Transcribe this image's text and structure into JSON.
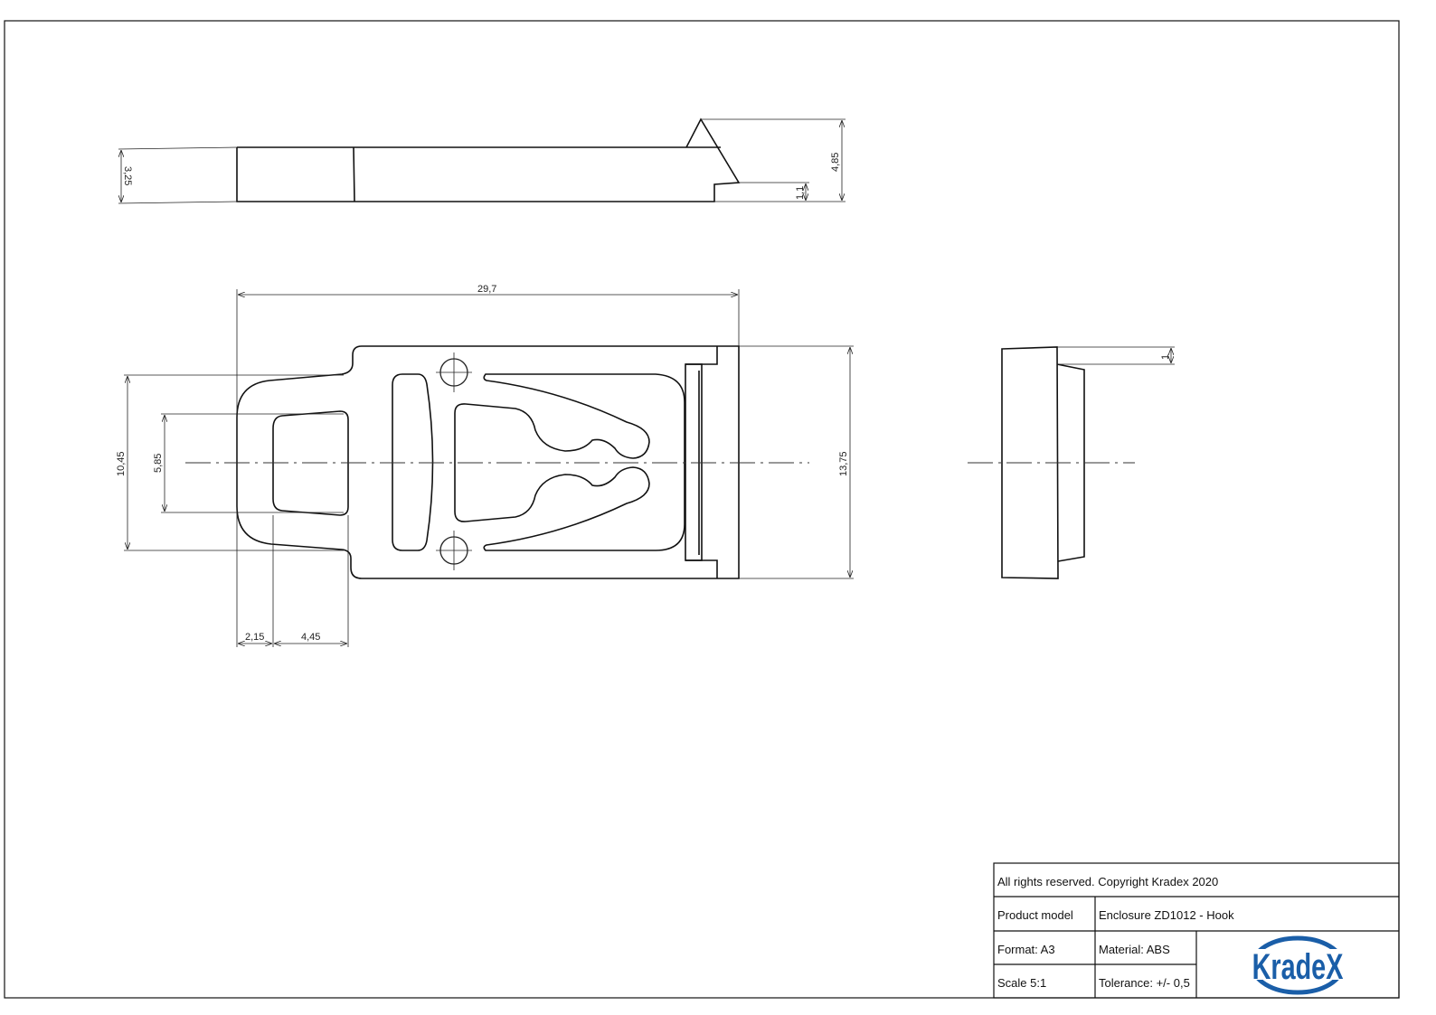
{
  "dimensions": {
    "top_height": "3,25",
    "top_hook_height": "4,85",
    "top_step": "1,1",
    "front_length": "29,7",
    "front_height": "13,75",
    "front_tab_height": "10,45",
    "front_slot_height": "5,85",
    "front_offset": "2,15",
    "front_slot_width": "4,45",
    "side_step": "1"
  },
  "title_block": {
    "copyright": "All rights reserved. Copyright Kradex 2020",
    "product_model_label": "Product model",
    "product_model_value": "Enclosure ZD1012 - Hook",
    "format": "Format: A3",
    "material": "Material: ABS",
    "scale": "Scale 5:1",
    "tolerance": "Tolerance: +/- 0,5",
    "logo_text": "KradeX",
    "logo_color": "#1a5ea8"
  }
}
